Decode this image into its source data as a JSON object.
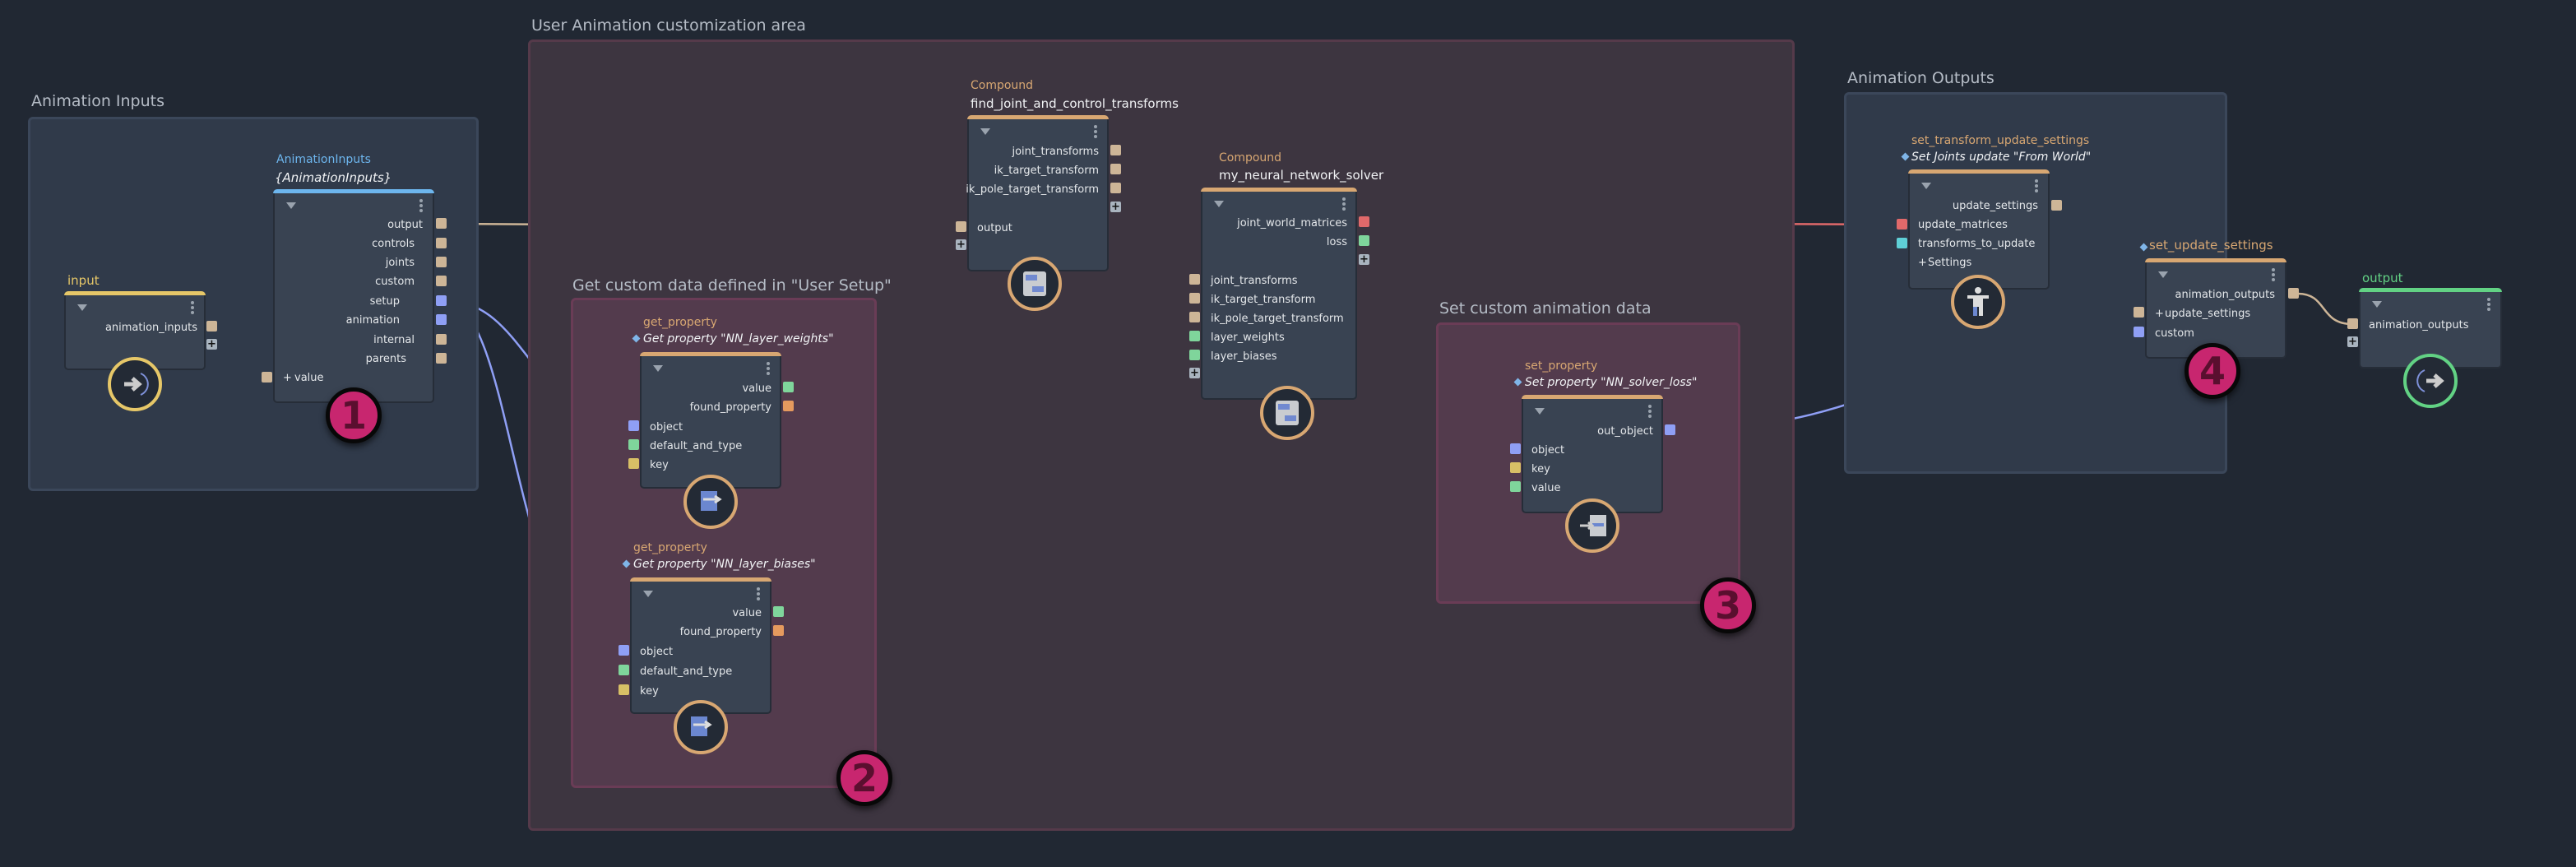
{
  "groups": {
    "animation_inputs": "Animation Inputs",
    "user_area": "User Animation customization area",
    "get_custom": "Get custom data defined in \"User Setup\"",
    "set_custom": "Set custom animation data",
    "animation_outputs": "Animation Outputs"
  },
  "nodes": {
    "input": {
      "title": "input",
      "outputs": [
        "animation_inputs"
      ]
    },
    "animation_inputs": {
      "type": "AnimationInputs",
      "title": "{AnimationInputs}",
      "outputs": [
        "output",
        "controls",
        "joints",
        "custom",
        "setup",
        "animation",
        "internal",
        "parents"
      ],
      "inputs": [
        "value"
      ]
    },
    "find_joint": {
      "type": "Compound",
      "title": "find_joint_and_control_transforms",
      "outputs": [
        "joint_transforms",
        "ik_target_transform",
        "ik_pole_target_transform"
      ],
      "inputs": [
        "output"
      ]
    },
    "nn_solver": {
      "type": "Compound",
      "title": "my_neural_network_solver",
      "outputs": [
        "joint_world_matrices",
        "loss"
      ],
      "inputs": [
        "joint_transforms",
        "ik_target_transform",
        "ik_pole_target_transform",
        "layer_weights",
        "layer_biases"
      ]
    },
    "get_weights": {
      "type": "get_property",
      "title": "Get property \"NN_layer_weights\"",
      "outputs": [
        "value",
        "found_property"
      ],
      "inputs": [
        "object",
        "default_and_type",
        "key"
      ]
    },
    "get_biases": {
      "type": "get_property",
      "title": "Get property \"NN_layer_biases\"",
      "outputs": [
        "value",
        "found_property"
      ],
      "inputs": [
        "object",
        "default_and_type",
        "key"
      ]
    },
    "set_prop": {
      "type": "set_property",
      "title": "Set property \"NN_solver_loss\"",
      "outputs": [
        "out_object"
      ],
      "inputs": [
        "object",
        "key",
        "value"
      ]
    },
    "set_transform": {
      "type": "set_transform_update_settings",
      "title": "Set Joints update \"From World\"",
      "outputs": [
        "update_settings"
      ],
      "inputs": [
        "update_matrices",
        "transforms_to_update",
        "Settings"
      ]
    },
    "set_update": {
      "title": "set_update_settings",
      "outputs": [
        "animation_outputs"
      ],
      "inputs": [
        "update_settings",
        "custom"
      ]
    },
    "output": {
      "title": "output",
      "inputs": [
        "animation_outputs"
      ]
    }
  },
  "badges": [
    "1",
    "2",
    "3",
    "4"
  ],
  "colors": {
    "tan": "#cdb597",
    "blue_port": "#8f9ff5",
    "green": "#7fd59b",
    "red": "#e0696a",
    "orange": "#e59a5e",
    "yellow": "#d8bf66",
    "cyan": "#5fcfd6",
    "badge": "#c8266f"
  }
}
